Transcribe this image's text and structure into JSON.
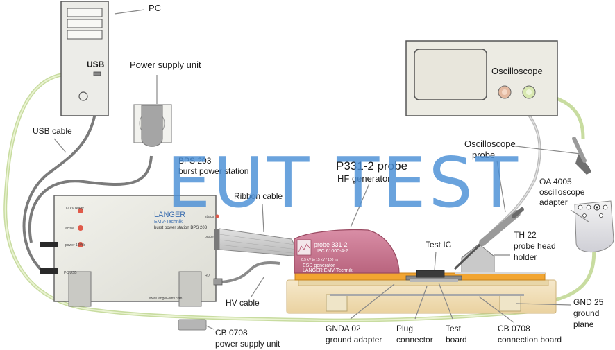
{
  "watermark": "EUT TEST",
  "labels": {
    "pc": "PC",
    "usb": "USB",
    "usb_cable": "USB cable",
    "power_supply_unit": "Power supply unit",
    "bps_line1": "BPS 203",
    "bps_line2": "burst power station",
    "ribbon_cable": "Ribbon cable",
    "p331_line1": "P331-2 probe",
    "p331_line2": "HF generator",
    "oscilloscope": "Oscilloscope",
    "osc_probe_line1": "Oscilloscope",
    "osc_probe_line2": "probe",
    "oa_line1": "OA 4005",
    "oa_line2": "oscilloscope",
    "oa_line3": "adapter",
    "test_ic": "Test IC",
    "th22_line1": "TH 22",
    "th22_line2": "probe head",
    "th22_line3": "holder",
    "hv_cable": "HV cable",
    "gnd25_line1": "GND 25",
    "gnd25_line2": "ground",
    "gnd25_line3": "plane",
    "gnda_line1": "GNDA 02",
    "gnda_line2": "ground adapter",
    "plug_line1": "Plug",
    "plug_line2": "connector",
    "testboard_line1": "Test",
    "testboard_line2": "board",
    "cb_conn_line1": "CB 0708",
    "cb_conn_line2": "connection board",
    "cb_psu_line1": "CB 0708",
    "cb_psu_line2": "power supply unit"
  },
  "device_text": {
    "langer": "LANGER",
    "emv": "EMV-Technik",
    "bps_model": "burst power station BPS 203",
    "led_1": "12 kV ready",
    "led_2": "active",
    "led_3": "power 12Vdc",
    "port_pc": "PC USB",
    "status": "status",
    "probe_port": "probe",
    "hv_port": "HV",
    "website": "www.langer-emv.com",
    "probe_name": "probe 331-2",
    "probe_std": "IEC 61000-4-2",
    "probe_spec": "0.5 kV to 15 kV / 100 ns",
    "probe_esd": "ESD generator",
    "probe_brand": "LANGER EMV-Technik"
  },
  "colors": {
    "watermark": "#4a8fd6",
    "probe_body": "#c97a92",
    "pcb_orange": "#f2a531",
    "ground_plane": "#f3e3c0",
    "led_red": "#e05a4a",
    "cable_green": "#d9e8b0",
    "cable_grey": "#8a8a8a"
  }
}
